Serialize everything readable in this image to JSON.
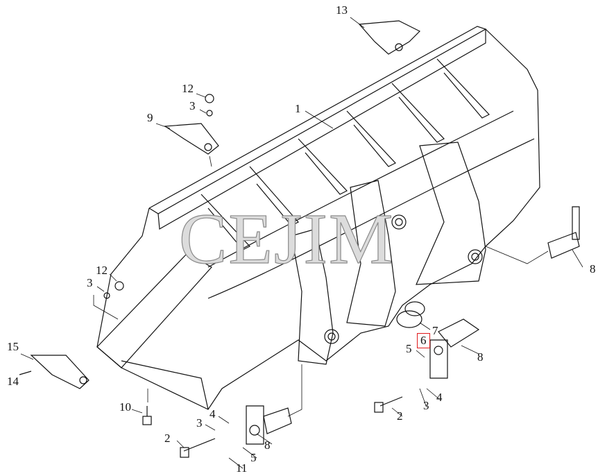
{
  "watermark": "CEJIM",
  "callouts": {
    "c1": "1",
    "c2a": "2",
    "c2b": "2",
    "c3a": "3",
    "c3b": "3",
    "c3c": "3",
    "c3d": "3",
    "c4a": "4",
    "c4b": "4",
    "c5a": "5",
    "c5b": "5",
    "c6": "6",
    "c7": "7",
    "c8a": "8",
    "c8b": "8",
    "c8c": "8",
    "c9": "9",
    "c10": "10",
    "c11": "11",
    "c12a": "12",
    "c12b": "12",
    "c13": "13",
    "c14": "14",
    "c15": "15"
  },
  "highlight_color": "#e0191b"
}
